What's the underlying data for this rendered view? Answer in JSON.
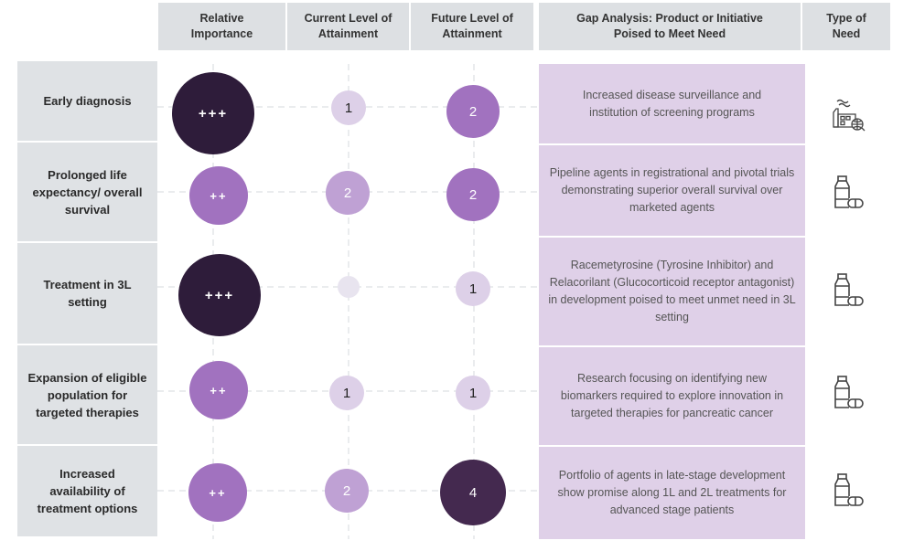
{
  "headers": {
    "relative_importance": "Relative\nImportance",
    "current_level": "Current Level of\nAttainment",
    "future_level": "Future Level of\nAttainment",
    "gap_analysis": "Gap Analysis: Product or Initiative\nPoised to Meet Need",
    "type_of_need": "Type of\nNeed"
  },
  "colors": {
    "importance_high": "#2e1c3a",
    "importance_medium": "#a172bf",
    "level_1": "#ddd0e8",
    "level_2_current": "#bfa1d4",
    "level_2_future": "#a172bf",
    "level_4": "#44294f",
    "level_0": "#e8e4ef",
    "gap_box": "#dfd0e8",
    "label_box": "#dfe2e5",
    "header_box": "#dde0e3"
  },
  "rows": [
    {
      "need": "Early diagnosis",
      "relative_importance": "+++",
      "current_level": "1",
      "future_level": "2",
      "gap": "Increased disease surveillance and institution of screening programs",
      "type_icon": "factory-globe-icon"
    },
    {
      "need": "Prolonged life expectancy/ overall survival",
      "relative_importance": "++",
      "current_level": "2",
      "future_level": "2",
      "gap": "Pipeline agents in registrational and pivotal trials demonstrating superior overall survival over marketed agents",
      "type_icon": "medicine-bottle-pill-icon"
    },
    {
      "need": "Treatment in 3L setting",
      "relative_importance": "+++",
      "current_level": "",
      "future_level": "1",
      "gap": "Racemetyrosine (Tyrosine Inhibitor) and Relacorilant (Glucocorticoid receptor antagonist) in development poised to meet unmet need in 3L setting",
      "type_icon": "medicine-bottle-pill-icon"
    },
    {
      "need": "Expansion of eligible population for targeted therapies",
      "relative_importance": "++",
      "current_level": "1",
      "future_level": "1",
      "gap": "Research focusing on identifying new biomarkers required to explore innovation in targeted therapies for pancreatic cancer",
      "type_icon": "medicine-bottle-pill-icon"
    },
    {
      "need": "Increased availability of treatment options",
      "relative_importance": "++",
      "current_level": "2",
      "future_level": "4",
      "gap": "Portfolio of agents in late-stage development show promise along 1L and 2L treatments for advanced stage patients",
      "type_icon": "medicine-bottle-pill-icon"
    }
  ]
}
